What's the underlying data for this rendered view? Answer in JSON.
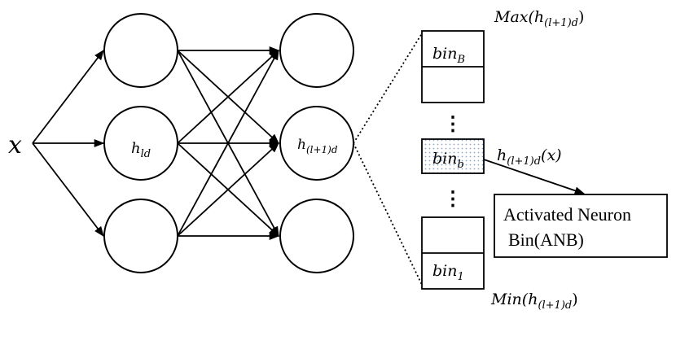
{
  "input": {
    "label": "x"
  },
  "neurons": {
    "hidden_label": "h",
    "hidden_sub": "ld",
    "next_label": "h",
    "next_sub": "(l+1)d"
  },
  "bins": {
    "top_label": "bin",
    "top_sub": "B",
    "mid_label": "bin",
    "mid_sub": "b",
    "bottom_label": "bin",
    "bottom_sub": "1",
    "ellipsis": "⋮",
    "max_prefix": "Max(",
    "max_h": "h",
    "max_sub": "(l+1)d",
    "min_prefix": "Min(",
    "min_h": "h",
    "min_sub": "(l+1)d",
    "activation_h": "h",
    "activation_sub": "(l+1)d",
    "activation_suffix": "(x)"
  },
  "anb": {
    "line1": "Activated Neuron",
    "line2": "Bin(ANB)"
  },
  "colors": {
    "stroke": "#000000",
    "dots": "#8fa6c9"
  }
}
